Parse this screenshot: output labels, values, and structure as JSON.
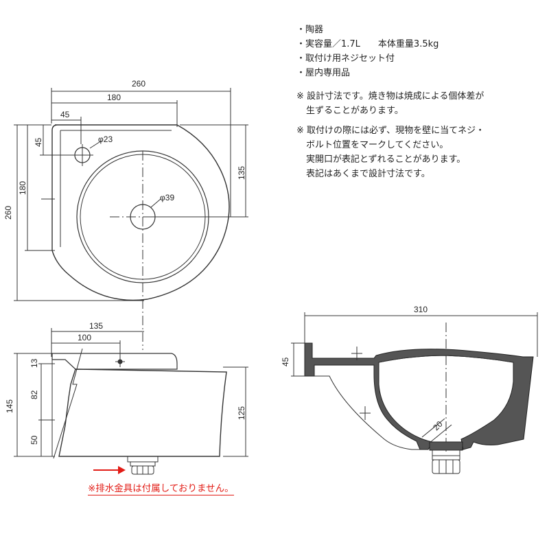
{
  "specs": {
    "material": "・陶器",
    "capacity": "・実容量／1.7L　　本体重量3.5kg",
    "screw_set": "・取付け用ネジセット付",
    "indoor": "・屋内専用品"
  },
  "remarks": {
    "r1_line1": "※ 設計寸法です。焼き物は焼成による個体差が",
    "r1_line2": "生ずることがあります。",
    "r2_line1": "※ 取付けの際には必ず、現物を壁に当てネジ・",
    "r2_line2": "ボルト位置をマークしてください。",
    "r2_line3": "実開口が表記とずれることがあります。",
    "r2_line4": "表記はあくまで設計寸法です。"
  },
  "warning": {
    "text": "※排水金具は付属しておりません。",
    "color": "#e21c16"
  },
  "plan_view": {
    "dim_260_w": "260",
    "dim_180_w": "180",
    "dim_45_w": "45",
    "dim_phi23": "φ23",
    "dim_phi39": "φ39",
    "dim_45_h": "45",
    "dim_180_h": "180",
    "dim_260_h": "260",
    "dim_135_h": "135"
  },
  "front_view": {
    "dim_135": "135",
    "dim_100": "100",
    "dim_13": "13",
    "dim_82": "82",
    "dim_50": "50",
    "dim_145": "145",
    "dim_125": "125"
  },
  "section_view": {
    "dim_310": "310",
    "dim_45": "45",
    "dim_20": "20"
  },
  "colors": {
    "line": "#333333",
    "section_fill": "#555555"
  }
}
